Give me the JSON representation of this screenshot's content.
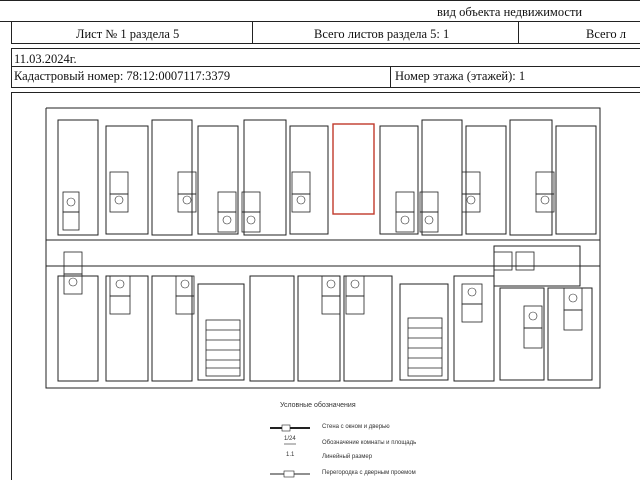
{
  "header": {
    "object_type": "вид объекта недвижимости",
    "sheet": "Лист № 1 раздела 5",
    "total_sheets": "Всего листов раздела 5: 1",
    "total_trunc": "Всего л",
    "date": "11.03.2024г.",
    "cadastral": "Кадастровый номер: 78:12:0007117:3379",
    "floor": "Номер этажа (этажей): 1"
  },
  "legend": {
    "title": "Условные обозначения",
    "items": [
      {
        "symbol": "",
        "text": "Стена с окном и дверью"
      },
      {
        "symbol": "1/24",
        "text": "Обозначение комнаты и площадь"
      },
      {
        "symbol": "1.1",
        "text": "Линейный размер"
      },
      {
        "symbol": "",
        "text": "Перегородка с дверным проемом"
      }
    ]
  },
  "plan": {
    "highlight_color": "#c0392b",
    "line_color": "#222222"
  }
}
